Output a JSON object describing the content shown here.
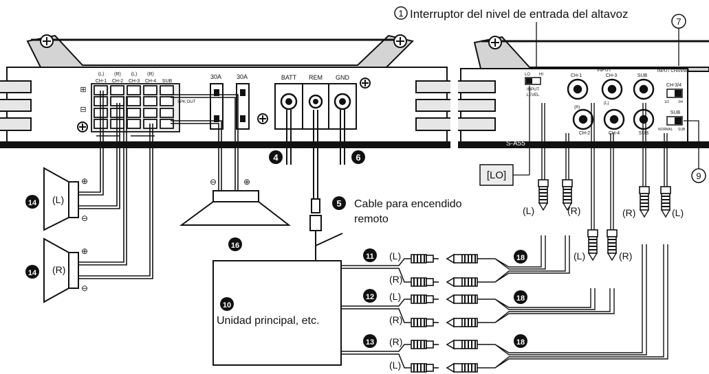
{
  "title": "Interruptor del nivel de entrada del altavoz",
  "title_num": "1",
  "panel_left": {
    "ch_top": [
      "(L)",
      "(R)",
      "(L)",
      "(R)"
    ],
    "ch_labels": [
      "CH-1",
      "CH-2",
      "CH-3",
      "CH-4",
      "SUB"
    ],
    "polarity_plus": "⊞",
    "polarity_minus": "⊟",
    "spk_out_label": "SPK OUT",
    "fuses": [
      "30A",
      "30A"
    ],
    "power_terminals": [
      "BATT",
      "REM",
      "GND"
    ]
  },
  "panel_right": {
    "input_label": "INPUT",
    "ch_top": [
      "CH-1",
      "CH-3",
      "SUB"
    ],
    "ch_bottom": [
      "CH-2",
      "CH-4",
      "SUB"
    ],
    "ch_mark_l": "(L)",
    "ch_mark_r": "(R)",
    "level_switch_marks": [
      "LO",
      "HI"
    ],
    "input_level_label": "INPUT LEVEL",
    "input_channel_label": "INPUT CHANNEL",
    "ch_switch_label": "CH-3/4",
    "ch_switch_marks": [
      "1/2",
      "3/4"
    ],
    "sub_switch_label": "SUB",
    "sub_switch_marks": [
      "NORMAL",
      "SUB"
    ],
    "model_mark": "S-A55"
  },
  "callouts": {
    "c4": "4",
    "c5": "5",
    "c6": "6",
    "c7": "7",
    "c9": "9",
    "c10": "10",
    "c11": "11",
    "c12": "12",
    "c13": "13",
    "c14a": "14",
    "c14b": "14",
    "c16": "16",
    "c18a": "18",
    "c18b": "18",
    "c18c": "18"
  },
  "labels": {
    "lo_box": "[LO]",
    "remote_line1": "Cable para encendido",
    "remote_line2": "remoto",
    "head_unit": "Unidad principal, etc.",
    "speaker_l": "(L)",
    "speaker_r": "(R)",
    "plus": "⊕",
    "minus": "⊖",
    "L": "(L)",
    "R": "(R)"
  }
}
